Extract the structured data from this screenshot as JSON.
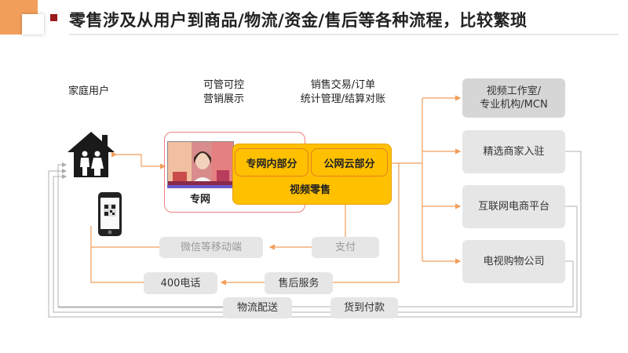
{
  "page": {
    "title": "零售涉及从用户到商品/物流/资金/售后等各种流程，比较繁琐"
  },
  "labels": {
    "family_user": "家庭用户",
    "controllable": "可管可控",
    "marketing": "营销展示",
    "sales": "销售交易/订单",
    "stats": "统计管理/结算对账"
  },
  "boxes": {
    "zhuanwang": "专网",
    "zhuanwang_inner": "专网内部分",
    "public_cloud": "公网云部分",
    "video_retail": "视频零售",
    "wechat": "微信等移动端",
    "payment": "支付",
    "hotline": "400电话",
    "after_sales": "售后服务",
    "logistics": "物流配送",
    "cod": "货到付款"
  },
  "suppliers": {
    "studio_line1": "视频工作室/",
    "studio_line2": "专业机构/MCN",
    "merchants": "精选商家入驻",
    "ecommerce": "互联网电商平台",
    "tv_shopping": "电视购物公司"
  },
  "colors": {
    "accent_orange": "#f29e5b",
    "box_yellow": "#ffc000",
    "box_yellow_border": "#e8a100",
    "inner_border": "#e67e22",
    "pink_outline": "#f08080",
    "gray_box": "#e6e6e6",
    "line_gray": "#b0b0b0"
  }
}
